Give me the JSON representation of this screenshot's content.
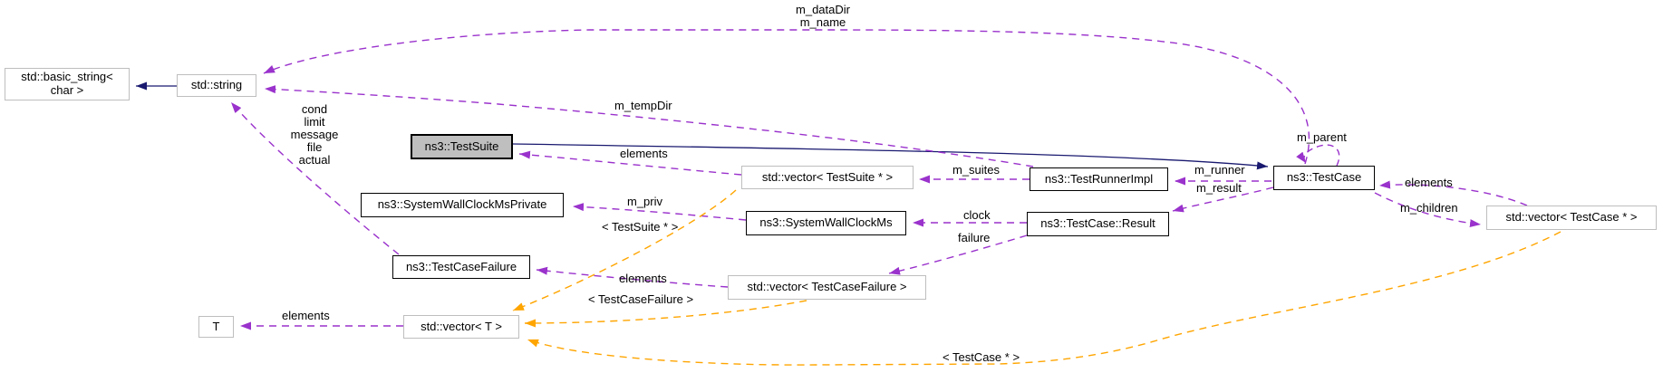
{
  "diagram": {
    "kind": "collaboration-graph",
    "nodes": {
      "basic_string": "std::basic_string<\nchar >",
      "string": "std::string",
      "test_suite": "ns3::TestSuite",
      "vector_test_suite_ptr": "std::vector< TestSuite * >",
      "test_runner_impl": "ns3::TestRunnerImpl",
      "test_case": "ns3::TestCase",
      "system_wall_clock_ms_private": "ns3::SystemWallClockMsPrivate",
      "system_wall_clock_ms": "ns3::SystemWallClockMs",
      "test_case_result": "ns3::TestCase::Result",
      "test_case_failure": "ns3::TestCaseFailure",
      "vector_test_case_failure": "std::vector< TestCaseFailure >",
      "t": "T",
      "vector_t": "std::vector< T >",
      "vector_test_case_ptr": "std::vector< TestCase * >"
    },
    "edge_labels": {
      "m_datadir_m_name": "m_dataDir\nm_name",
      "m_tempdir": "m_tempDir",
      "failure_fields": "cond\nlimit\nmessage\nfile\nactual",
      "elements_suite": "elements",
      "m_suites": "m_suites",
      "m_runner": "m_runner",
      "m_result": "m_result",
      "m_parent": "m_parent",
      "elements_case": "elements",
      "m_children": "m_children",
      "m_priv": "m_priv",
      "tpl_test_suite": "< TestSuite * >",
      "clock": "clock",
      "failure": "failure",
      "elements_tcf": "elements",
      "tpl_tcf": "< TestCaseFailure >",
      "elements_t": "elements",
      "tpl_test_case": "< TestCase * >"
    },
    "colors": {
      "usage_edge": "#9a32cc",
      "inheritance_edge": "#191970",
      "template_edge": "#ffa500",
      "focus_fill": "#bfbfbf"
    }
  }
}
